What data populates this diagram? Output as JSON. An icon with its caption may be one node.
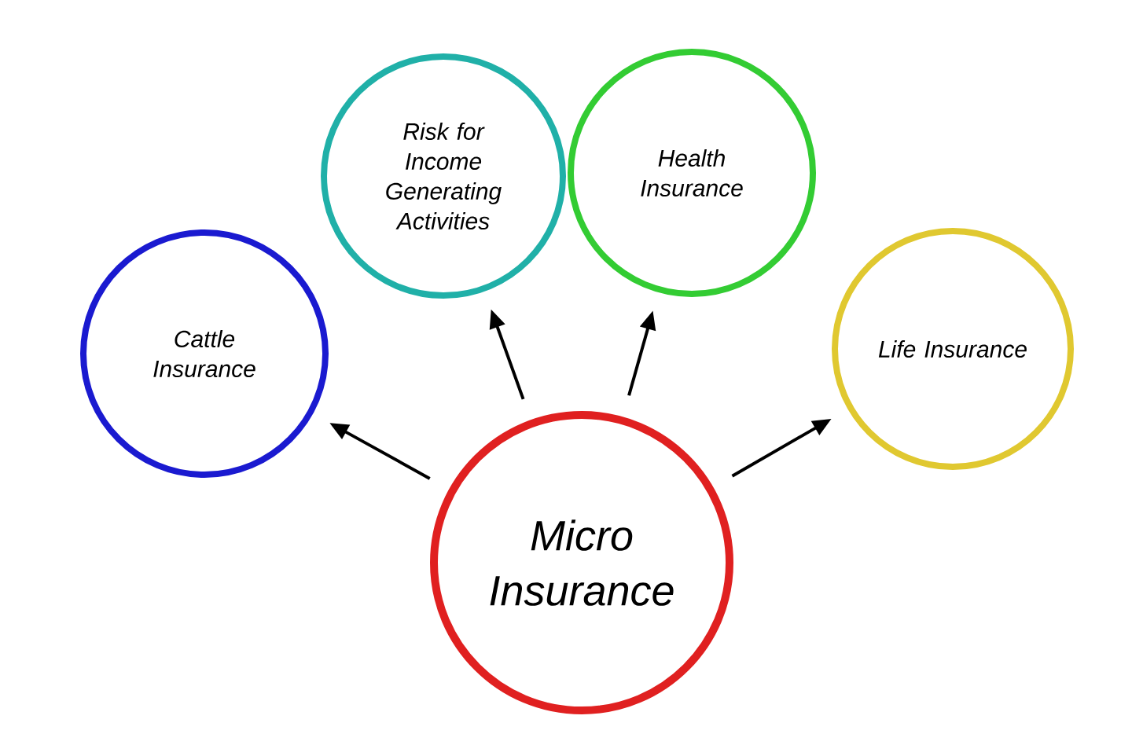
{
  "diagram": {
    "nodes": [
      {
        "text": [
          "Risk for Income Generating Activities"
        ]
      },
      {
        "text": [
          "Health Insurance"
        ]
      },
      {
        "text": [
          "Cattle Insurance"
        ]
      },
      {
        "text": [
          "Life Insurance"
        ]
      },
      {
        "text": [
          "Micro Insurance"
        ]
      }
    ],
    "edges": [
      {
        "from": 4,
        "to": 2,
        "arrow": "to"
      },
      {
        "from": 4,
        "to": 0,
        "arrow": "to"
      },
      {
        "from": 4,
        "to": 1,
        "arrow": "to"
      },
      {
        "from": 4,
        "to": 3,
        "arrow": "to"
      }
    ]
  }
}
